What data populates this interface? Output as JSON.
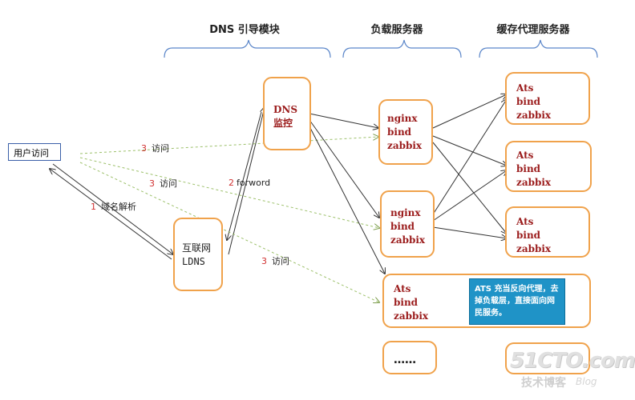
{
  "headers": {
    "dns": "DNS 引导模块",
    "lb": "负载服务器",
    "cache": "缓存代理服务器"
  },
  "user": {
    "label": "用户访问"
  },
  "ldns": {
    "line1": "互联网",
    "line2": "LDNS"
  },
  "dns_monitor": {
    "line1": "DNS",
    "line2": "监控"
  },
  "lb_servers": [
    {
      "l1": "nginx",
      "l2": "bind",
      "l3": "zabbix"
    },
    {
      "l1": "nginx",
      "l2": "bind",
      "l3": "zabbix"
    }
  ],
  "ats_big": {
    "l1": "Ats",
    "l2": "bind",
    "l3": "zabbix"
  },
  "cache_servers": [
    {
      "l1": "Ats",
      "l2": "bind",
      "l3": "zabbix"
    },
    {
      "l1": "Ats",
      "l2": "bind",
      "l3": "zabbix"
    },
    {
      "l1": "Ats",
      "l2": "bind",
      "l3": "zabbix"
    }
  ],
  "ellipsis": "……",
  "note": "ATS 充当反向代理，去掉负载层，直接面向网民服务。",
  "labels": {
    "step1_num": "1",
    "step1_text": "域名解析",
    "step2_num": "2",
    "step2_text": "forword",
    "step3a_num": "3",
    "step3a_text": "访问",
    "step3b_num": "3",
    "step3b_text": "访问",
    "step3c_num": "3",
    "step3c_text": "访问"
  },
  "watermark": {
    "logo": "51CTO.com",
    "sub": "技术博客",
    "blog": "Blog"
  },
  "colors": {
    "box_border": "#f0a24b",
    "server_text": "#9b1c1c",
    "dashed": "#9cc06a",
    "note_bg": "#1f93c7"
  }
}
